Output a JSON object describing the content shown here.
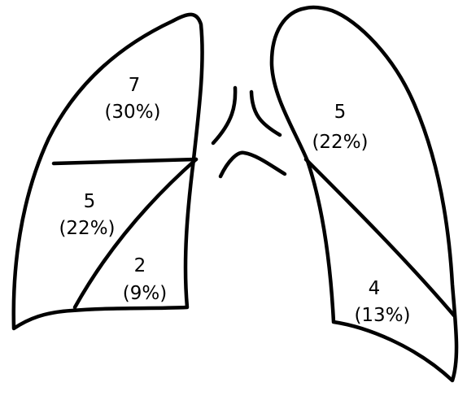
{
  "diagram": {
    "lobes": [
      {
        "id": "right-upper",
        "count": "7",
        "percent": "(30%)"
      },
      {
        "id": "right-middle",
        "count": "5",
        "percent": "(22%)"
      },
      {
        "id": "right-lower",
        "count": "2",
        "percent": "(9%)"
      },
      {
        "id": "left-upper",
        "count": "5",
        "percent": "(22%)"
      },
      {
        "id": "left-lower",
        "count": "4",
        "percent": "(13%)"
      }
    ]
  },
  "colors": {
    "stroke": "#000000",
    "background": "#ffffff"
  }
}
